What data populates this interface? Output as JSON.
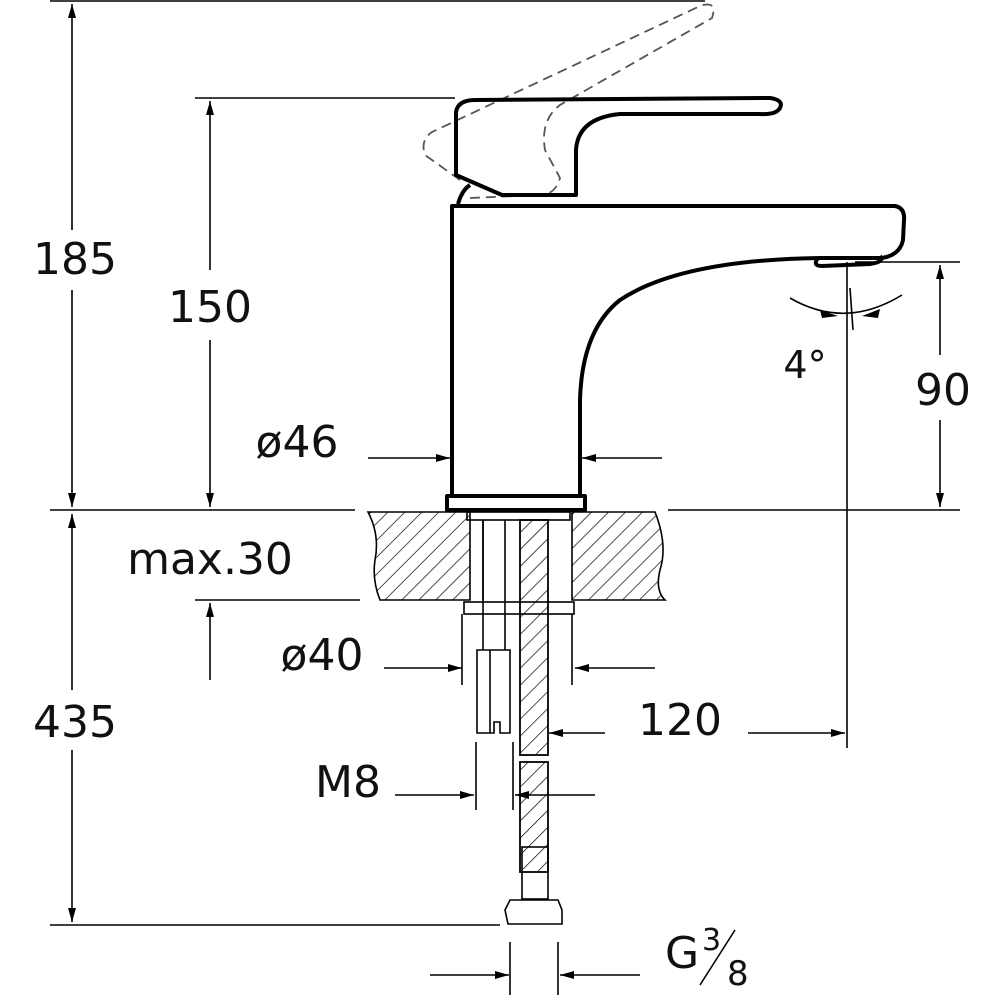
{
  "drawing": {
    "dimensions": {
      "overall_height": "185",
      "lever_height": "150",
      "spout_height": "90",
      "body_diameter": "ø46",
      "max_counter_thickness": "max.30",
      "shank_diameter": "ø40",
      "hose_length": "435",
      "spout_reach": "120",
      "stud_thread": "M8",
      "connection_thread_prefix": "G",
      "connection_thread_num": "3",
      "connection_thread_den": "8",
      "spout_angle": "4°"
    },
    "colors": {
      "line": "#000000",
      "background": "#ffffff"
    }
  }
}
